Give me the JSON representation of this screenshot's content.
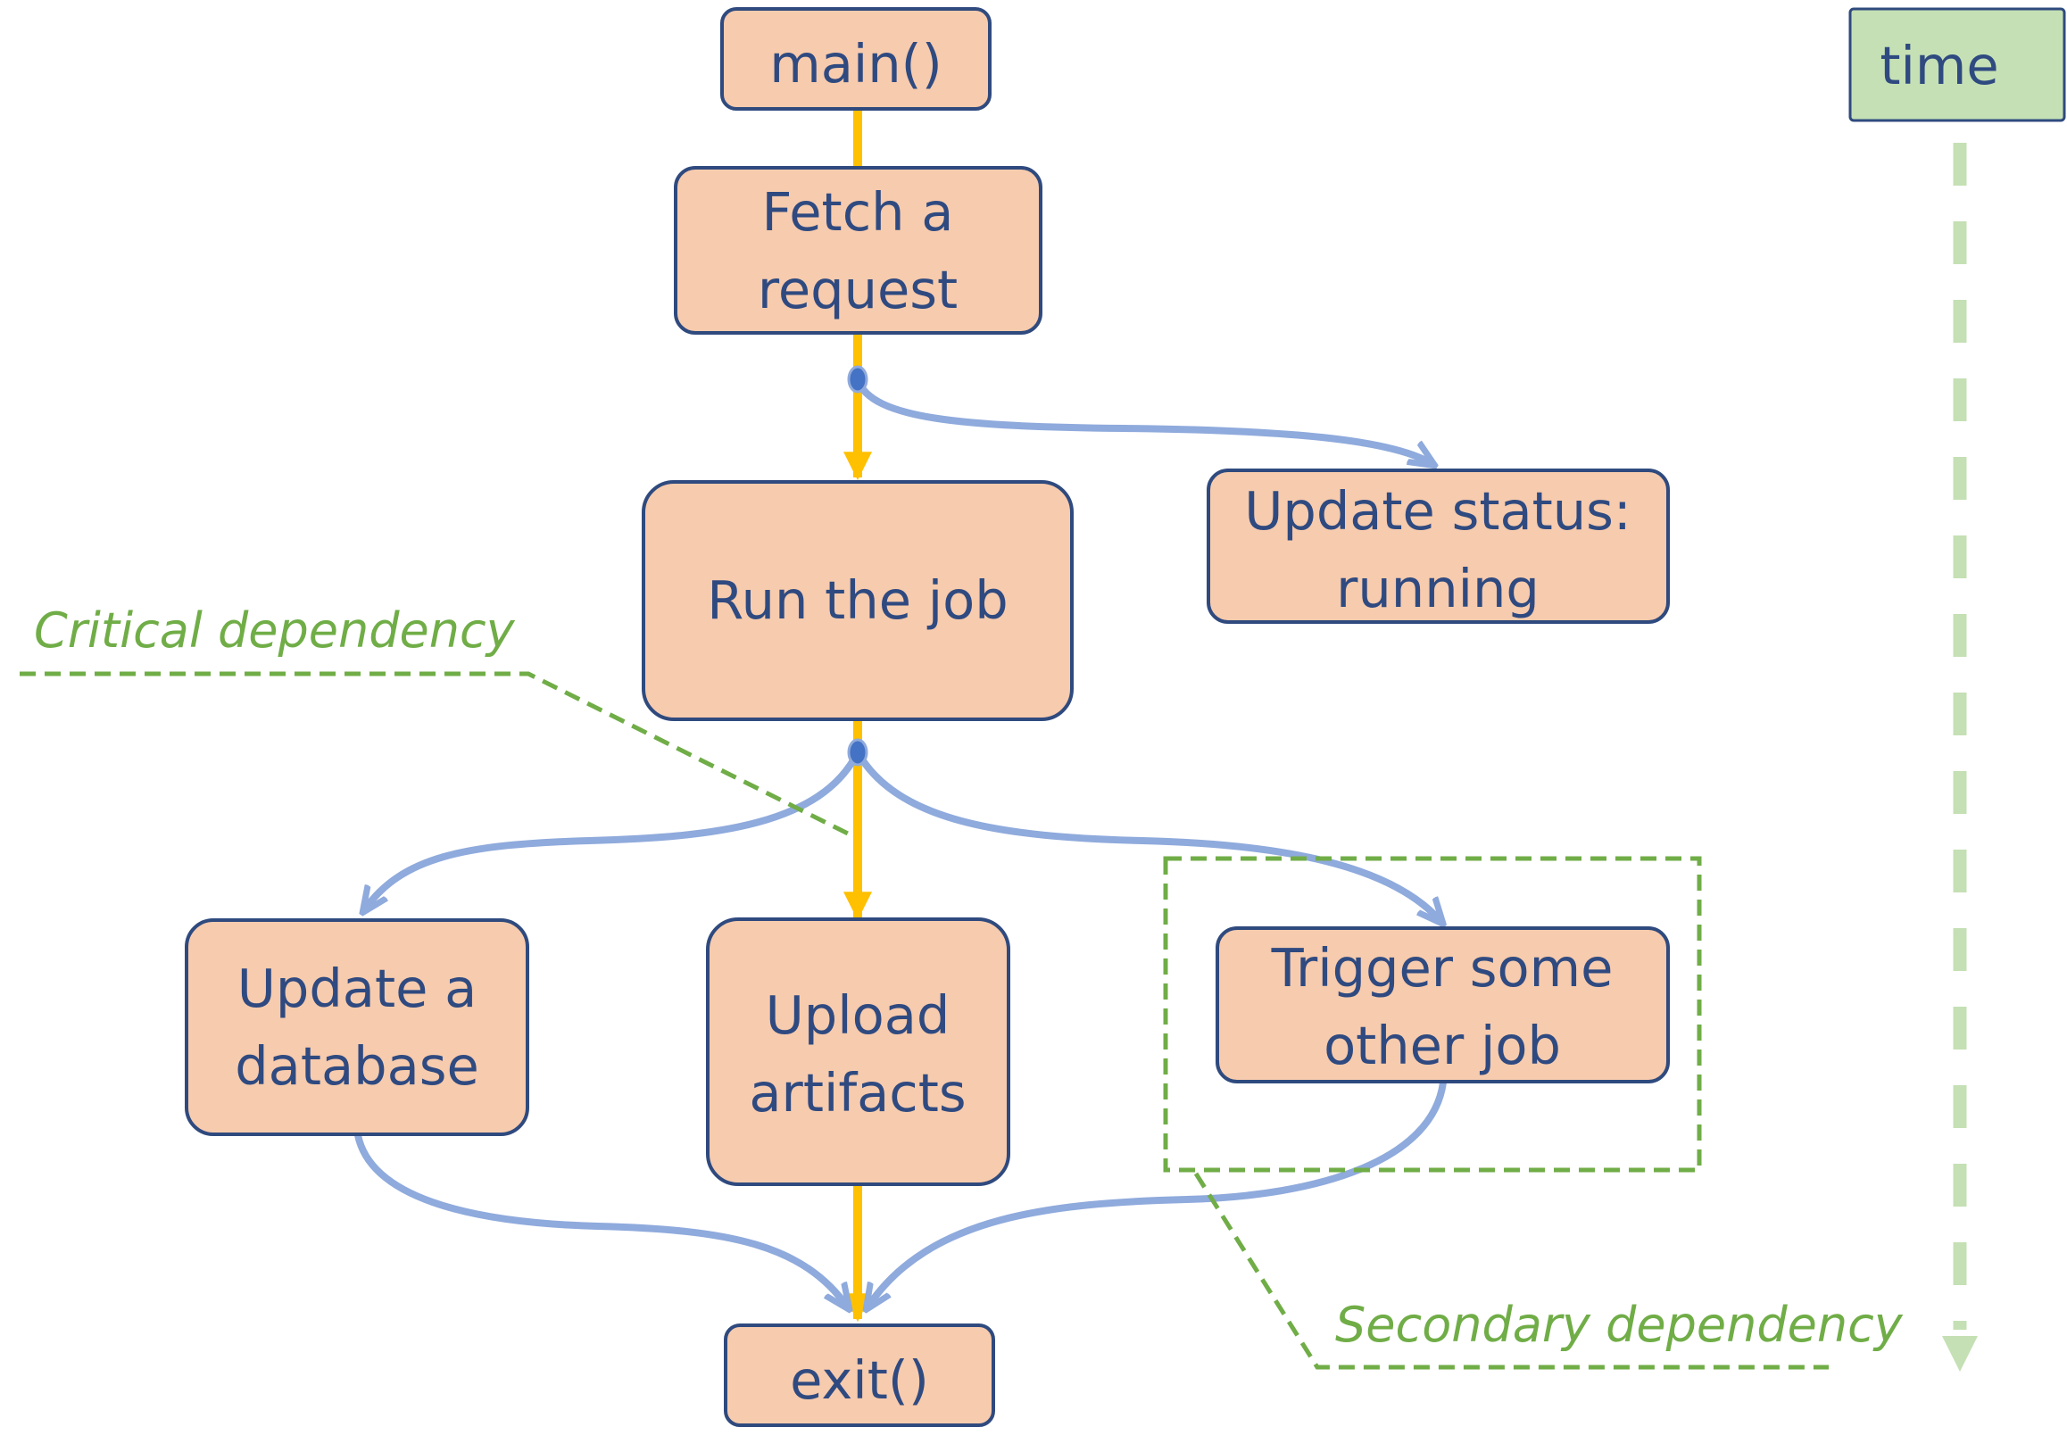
{
  "nodes": {
    "main": "main()",
    "fetch": [
      "Fetch a",
      "request"
    ],
    "status": [
      "Update status:",
      "running"
    ],
    "run": "Run the job",
    "database": [
      "Update a",
      "database"
    ],
    "upload": [
      "Upload",
      "artifacts"
    ],
    "trigger": [
      "Trigger some",
      "other job"
    ],
    "exit": "exit()"
  },
  "labels": {
    "time": "time",
    "critical": "Critical dependency",
    "secondary": "Secondary dependency"
  },
  "colors": {
    "node_fill": "#f7cbad",
    "node_stroke": "#2f4a7e",
    "text": "#2f4a80",
    "critical_path": "#ffc000",
    "secondary_path": "#8faadc",
    "annotation": "#70ad47",
    "time_box": "#c5e0b4"
  }
}
